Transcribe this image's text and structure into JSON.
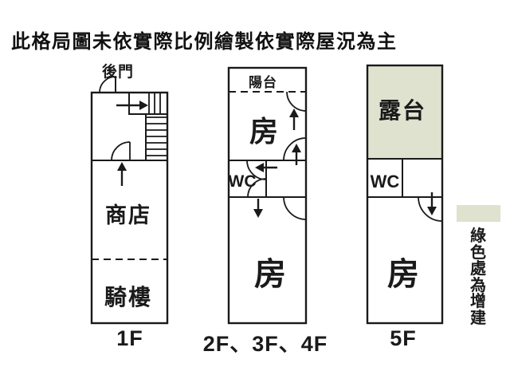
{
  "title": "此格局圖未依實際比例繪製依實際屋況為主",
  "colors": {
    "line": "#1a1a1a",
    "addition_fill": "#dee2ce"
  },
  "plans": {
    "floor1": {
      "back_door": "後門",
      "shop": "商店",
      "arcade": "騎樓",
      "label": "1F"
    },
    "floor234": {
      "balcony": "陽台",
      "room_upper": "房",
      "wc": "WC",
      "room_lower": "房",
      "label": "2F、3F、4F"
    },
    "floor5": {
      "terrace": "露台",
      "wc": "WC",
      "room": "房",
      "label": "5F"
    }
  },
  "legend": {
    "note": "綠色處為增建",
    "swatch_color": "#dee2ce"
  }
}
